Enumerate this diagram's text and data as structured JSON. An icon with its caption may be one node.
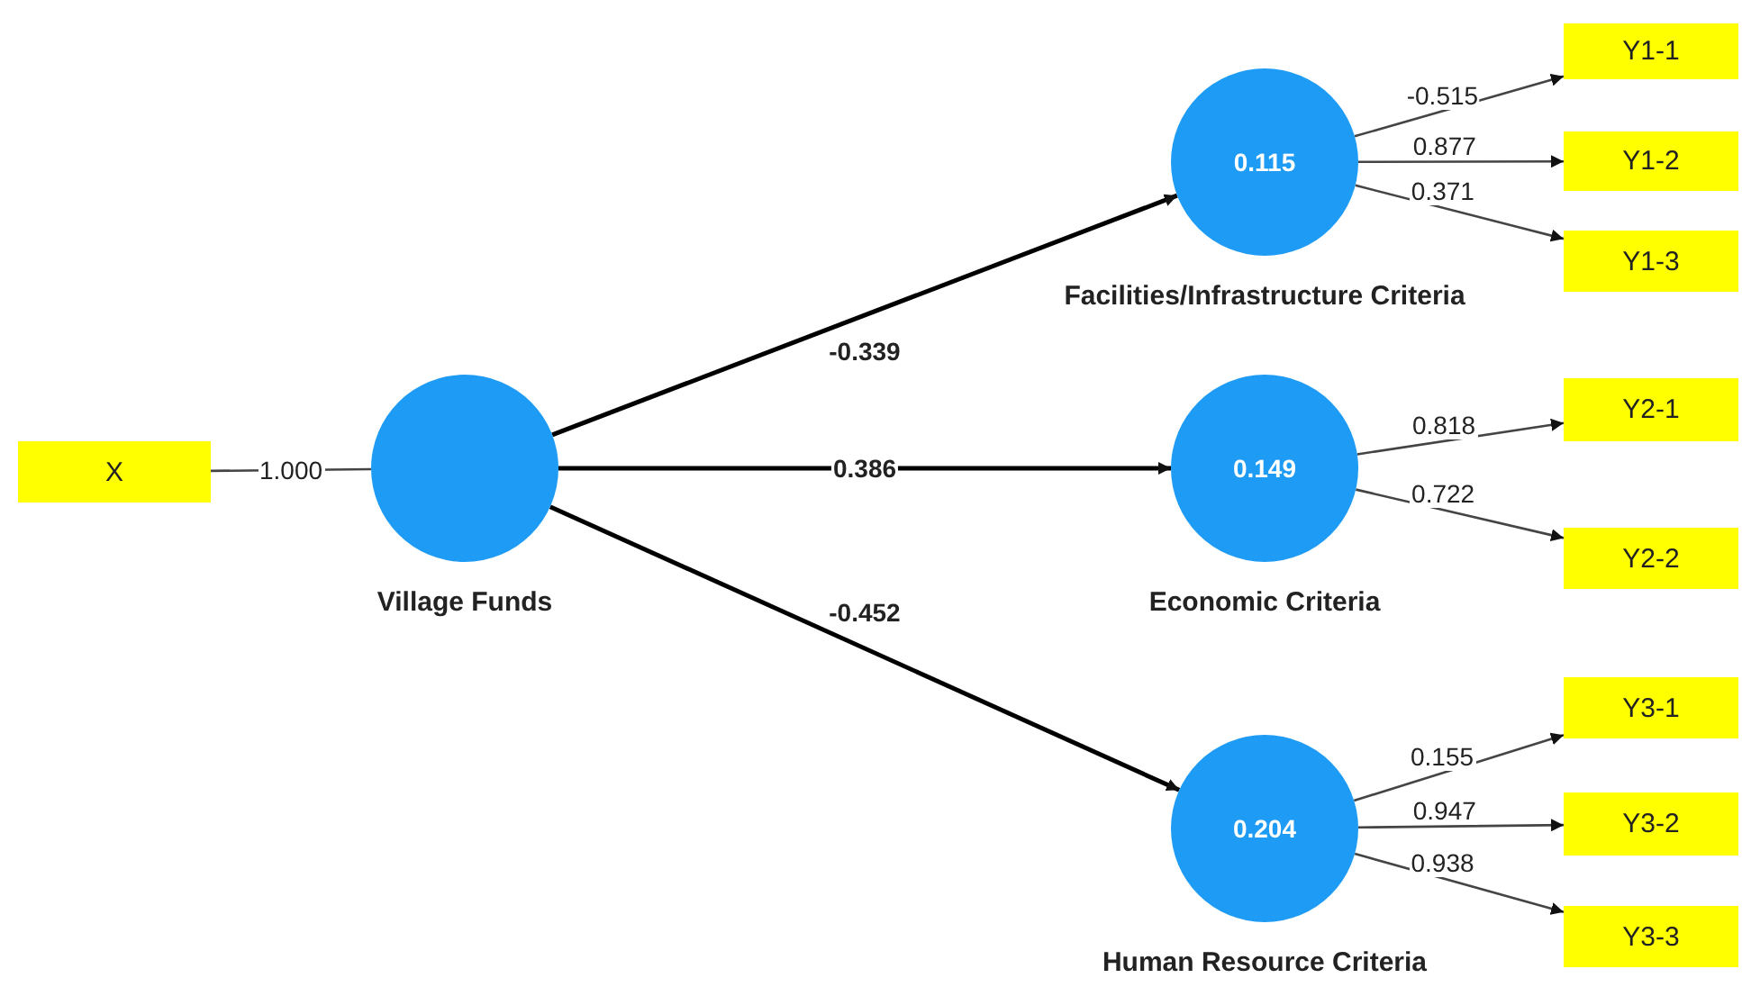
{
  "diagram": {
    "nodes": [
      {
        "text": [
          "X"
        ]
      },
      {
        "text": [
          "Village Funds"
        ]
      },
      {
        "text": [
          "0.115",
          "Facilities/Infrastructure Criteria"
        ]
      },
      {
        "text": [
          "0.149",
          "Economic Criteria"
        ]
      },
      {
        "text": [
          "0.204",
          "Human Resource Criteria"
        ]
      },
      {
        "text": [
          "Y1-1"
        ]
      },
      {
        "text": [
          "Y1-2"
        ]
      },
      {
        "text": [
          "Y1-3"
        ]
      },
      {
        "text": [
          "Y2-1"
        ]
      },
      {
        "text": [
          "Y2-2"
        ]
      },
      {
        "text": [
          "Y3-1"
        ]
      },
      {
        "text": [
          "Y3-2"
        ]
      },
      {
        "text": [
          "Y3-3"
        ]
      }
    ],
    "edges": [
      {
        "from": 0,
        "to": 1,
        "arrow": "none",
        "label": "1.000"
      },
      {
        "from": 1,
        "to": 2,
        "arrow": "to",
        "label": "-0.339"
      },
      {
        "from": 1,
        "to": 3,
        "arrow": "to",
        "label": "0.386"
      },
      {
        "from": 1,
        "to": 4,
        "arrow": "to",
        "label": "-0.452"
      },
      {
        "from": 2,
        "to": 5,
        "arrow": "to",
        "label": "-0.515"
      },
      {
        "from": 2,
        "to": 6,
        "arrow": "to",
        "label": "0.877"
      },
      {
        "from": 2,
        "to": 7,
        "arrow": "to",
        "label": "0.371"
      },
      {
        "from": 3,
        "to": 8,
        "arrow": "to",
        "label": "0.818"
      },
      {
        "from": 3,
        "to": 9,
        "arrow": "to",
        "label": "0.722"
      },
      {
        "from": 4,
        "to": 10,
        "arrow": "to",
        "label": "0.155"
      },
      {
        "from": 4,
        "to": 11,
        "arrow": "to",
        "label": "0.947"
      },
      {
        "from": 4,
        "to": 12,
        "arrow": "to",
        "label": "0.938"
      }
    ]
  }
}
